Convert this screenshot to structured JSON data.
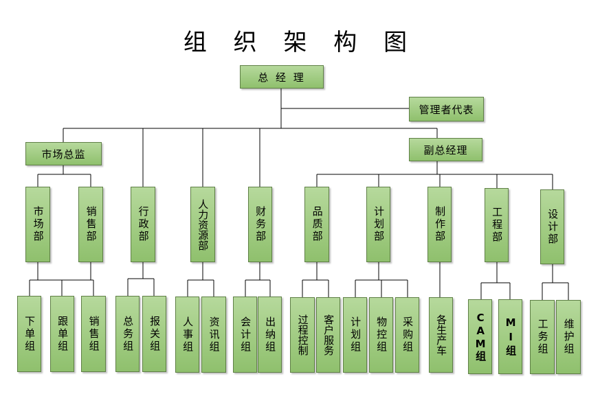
{
  "title": "组 织 架 构 图",
  "boxes": {
    "ceo": "总 经 理",
    "mgmt_rep": "管理者代表",
    "market_director": "市场总监",
    "deputy_gm": "副总经理",
    "dept_market": "市场部",
    "dept_sales": "销售部",
    "dept_admin": "行政部",
    "dept_hr": "人力资源部",
    "dept_finance": "财务部",
    "dept_quality": "品质部",
    "dept_planning": "计划部",
    "dept_production": "制作部",
    "dept_engineering": "工程部",
    "dept_design": "设计部",
    "team_order": "下单组",
    "team_followup": "跟单组",
    "team_sales": "销售组",
    "team_general": "总务组",
    "team_customs": "报关组",
    "team_personnel": "人事组",
    "team_info": "资讯组",
    "team_accounting": "会计组",
    "team_cashier": "出纳组",
    "team_process_ctrl": "过程控制",
    "team_cust_service": "客户服务",
    "team_plan": "计划组",
    "team_material_ctrl": "物控组",
    "team_purchase": "采购组",
    "team_prod": "各生产车",
    "team_cam": "CAM组",
    "team_mi": "MI组",
    "team_tooling": "工务组",
    "team_maintenance": "维护组"
  }
}
